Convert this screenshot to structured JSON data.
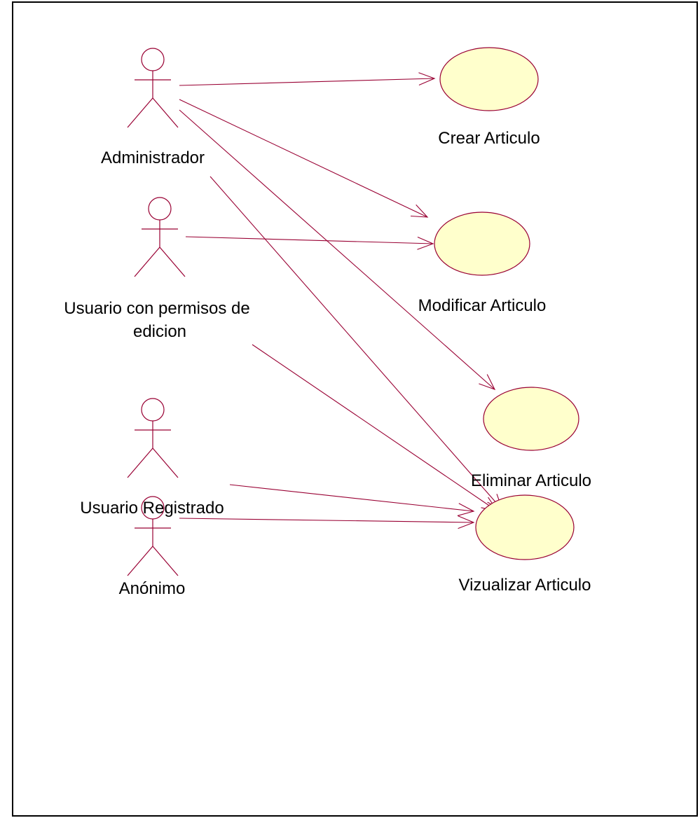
{
  "colors": {
    "border": "#000000",
    "stroke": "#990033",
    "usecase_fill": "#ffffcc",
    "text": "#000000"
  },
  "actors": [
    {
      "id": "administrador",
      "label_lines": [
        "Administrador"
      ]
    },
    {
      "id": "usuario-edicion",
      "label_lines": [
        "Usuario con permisos de",
        "edicion"
      ]
    },
    {
      "id": "usuario-registrado",
      "label_lines": [
        "Usuario Registrado"
      ]
    },
    {
      "id": "anonimo",
      "label_lines": [
        "Anónimo"
      ]
    }
  ],
  "use_cases": [
    {
      "id": "crear",
      "label": "Crear Articulo"
    },
    {
      "id": "modificar",
      "label": "Modificar Articulo"
    },
    {
      "id": "eliminar",
      "label": "Eliminar Articulo"
    },
    {
      "id": "vizualizar",
      "label": "Vizualizar Articulo"
    }
  ],
  "associations": [
    {
      "from": "administrador",
      "to": "crear"
    },
    {
      "from": "administrador",
      "to": "modificar"
    },
    {
      "from": "administrador",
      "to": "eliminar"
    },
    {
      "from": "administrador",
      "to": "vizualizar"
    },
    {
      "from": "usuario-edicion",
      "to": "modificar"
    },
    {
      "from": "usuario-edicion",
      "to": "vizualizar"
    },
    {
      "from": "usuario-registrado",
      "to": "vizualizar"
    },
    {
      "from": "anonimo",
      "to": "vizualizar"
    }
  ]
}
